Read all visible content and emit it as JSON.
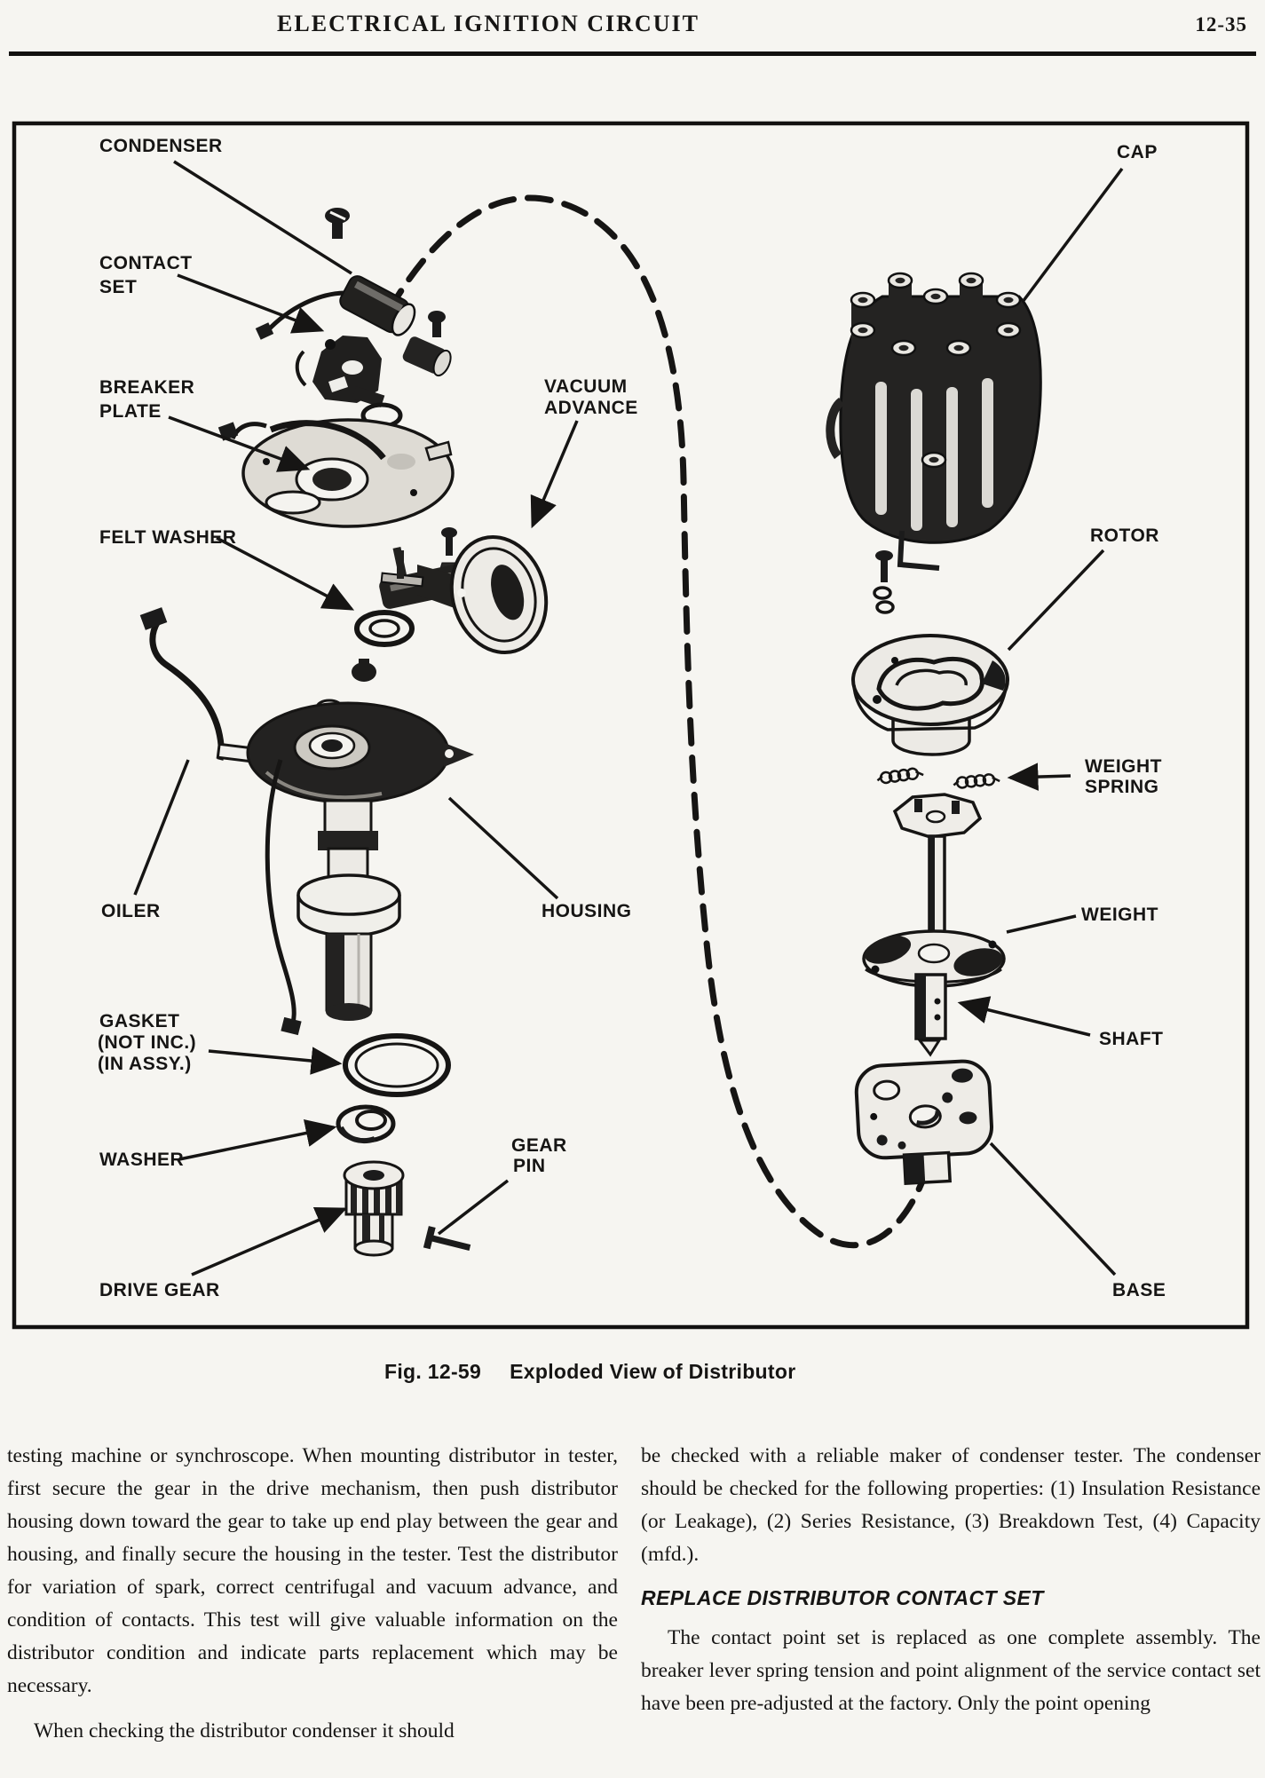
{
  "header": {
    "title": "ELECTRICAL IGNITION CIRCUIT",
    "page_number": "12-35"
  },
  "figure": {
    "caption": {
      "fig_label": "Fig. 12-59",
      "fig_title": "Exploded View of Distributor"
    },
    "labels": {
      "condenser": "CONDENSER",
      "contact_set": [
        "CONTACT",
        "SET"
      ],
      "breaker_plate": [
        "BREAKER",
        "PLATE"
      ],
      "felt_washer": "FELT WASHER",
      "oiler": "OILER",
      "gasket": [
        "GASKET",
        "(NOT INC.)",
        "(IN ASSY.)"
      ],
      "washer": "WASHER",
      "drive_gear": "DRIVE GEAR",
      "vacuum_advance": [
        "VACUUM",
        "ADVANCE"
      ],
      "housing": "HOUSING",
      "gear_pin": [
        "GEAR",
        "PIN"
      ],
      "cap": "CAP",
      "rotor": "ROTOR",
      "weight_spring": [
        "WEIGHT",
        "SPRING"
      ],
      "weight": "WEIGHT",
      "shaft": "SHAFT",
      "base": "BASE"
    }
  },
  "body": {
    "left_column": {
      "p1": "testing machine or synchroscope. When mounting distributor in tester, first secure the gear in the drive mechanism, then push distributor housing down toward the gear to take up end play between the gear and housing, and finally secure the housing in the tester. Test the distributor for variation of spark, correct centrifugal and vacuum advance, and condition of contacts. This test will give valuable information on the distributor condition and indicate parts replacement which may be necessary.",
      "p2": "When checking the distributor condenser it should"
    },
    "right_column": {
      "p1": "be checked with a reliable maker of condenser tester. The condenser should be checked for the following properties: (1) Insulation Resistance (or Leakage), (2) Series Resistance, (3) Breakdown Test, (4) Capacity (mfd.).",
      "heading": "REPLACE DISTRIBUTOR CONTACT SET",
      "p2": "The contact point set is replaced as one complete assembly. The breaker lever spring tension and point alignment of the service contact set have been pre-adjusted at the factory. Only the point opening"
    }
  }
}
